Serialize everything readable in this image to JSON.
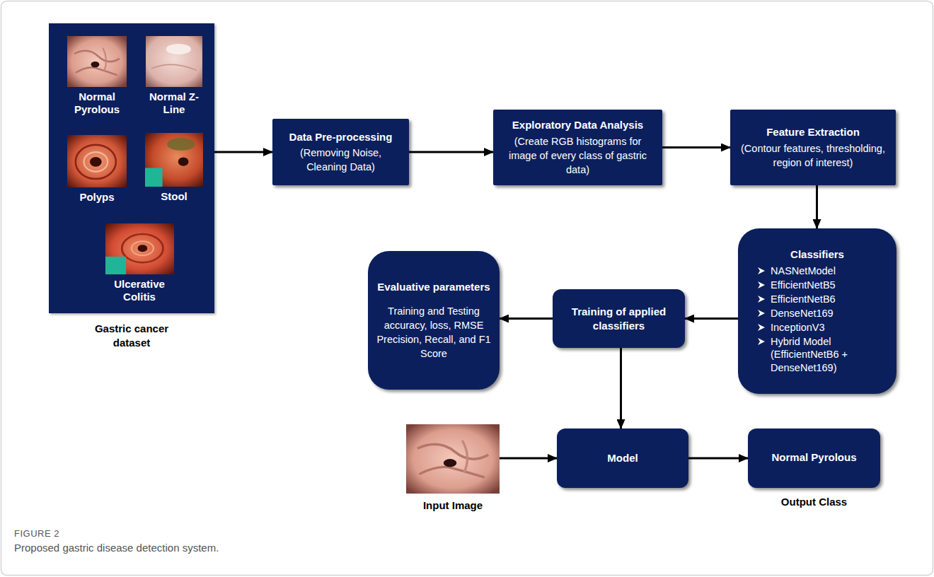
{
  "diagram": {
    "caption": "Proposed gastric disease detection system.",
    "nodes": [
      {
        "text": [
          "Gastric cancer dataset"
        ]
      },
      {
        "text": [
          "Normal Pyrolous"
        ],
        "in": 0
      },
      {
        "text": [
          "Normal Z-Line"
        ],
        "in": 0
      },
      {
        "text": [
          "Polyps"
        ],
        "in": 0
      },
      {
        "text": [
          "Stool"
        ],
        "in": 0
      },
      {
        "text": [
          "Ulcerative Colitis"
        ],
        "in": 0
      },
      {
        "text": [
          "Data Pre-processing",
          "(Removing Noise, Cleaning Data)"
        ]
      },
      {
        "text": [
          "Exploratory Data Analysis",
          "(Create RGB histograms for image of every class of gastric data)"
        ]
      },
      {
        "text": [
          "Feature Extraction",
          "(Contour features, thresholding, region of interest)"
        ]
      },
      {
        "text": [
          "Classifiers",
          "NASNetModel",
          "EfficientNetB5",
          "EfficientNetB6",
          "DenseNet169",
          "InceptionV3",
          "Hybrid Model (EfficientNetB6 + DenseNet169)"
        ]
      },
      {
        "text": [
          "Training of applied classifiers"
        ]
      },
      {
        "text": [
          "Evaluative parameters",
          "Training and Testing accuracy, loss, RMSE Precision, Recall, and F1 Score"
        ]
      },
      {
        "text": [
          "Input Image"
        ]
      },
      {
        "text": [
          "Model"
        ]
      },
      {
        "text": [
          "Normal Pyrolous",
          "Output Class"
        ]
      }
    ],
    "edges": [
      {
        "from": 0,
        "to": 6,
        "arrow": "to"
      },
      {
        "from": 6,
        "to": 7,
        "arrow": "to"
      },
      {
        "from": 7,
        "to": 8,
        "arrow": "to"
      },
      {
        "from": 8,
        "to": 9,
        "arrow": "to"
      },
      {
        "from": 9,
        "to": 10,
        "arrow": "to"
      },
      {
        "from": 10,
        "to": 11,
        "arrow": "to"
      },
      {
        "from": 10,
        "to": 13,
        "arrow": "to"
      },
      {
        "from": 12,
        "to": 13,
        "arrow": "to"
      },
      {
        "from": 13,
        "to": 14,
        "arrow": "to"
      }
    ],
    "labels": [
      "FIGURE 2"
    ]
  }
}
